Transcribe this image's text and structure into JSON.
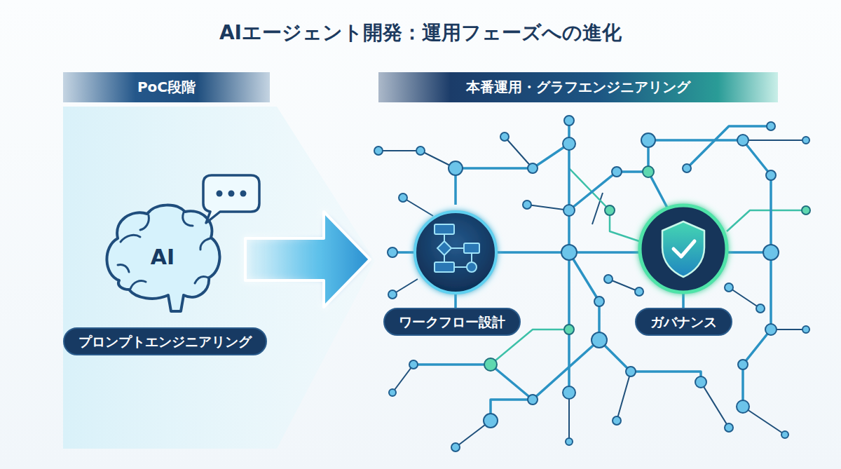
{
  "diagram": {
    "title": "AIエージェント開発：運用フェーズへの進化",
    "nodes": [
      {
        "text": [
          "PoC段階"
        ]
      },
      {
        "text": [
          "本番運用・グラフエンジニアリング"
        ]
      },
      {
        "text": [
          "プロンプトエンジニアリング"
        ]
      },
      {
        "text": [
          "ワークフロー設計"
        ]
      },
      {
        "text": [
          "ガバナンス"
        ]
      }
    ],
    "labels": [
      "AI"
    ]
  }
}
